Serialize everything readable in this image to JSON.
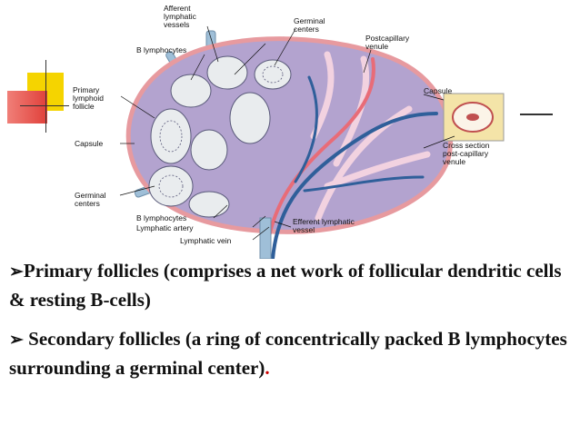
{
  "figure_labels": {
    "afferent": [
      "Afferent",
      "lymphatic",
      "vessels"
    ],
    "germinal_top": [
      "Germinal",
      "centers"
    ],
    "postcapillary": [
      "Postcapillary",
      "venule"
    ],
    "b_lymph_top": "B lymphocytes",
    "primary": [
      "Primary",
      "lymphoid",
      "follicle"
    ],
    "capsule_right": "Capsule",
    "capsule_left": "Capsule",
    "cross_section": [
      "Cross section",
      "post-capillary",
      "venule"
    ],
    "germinal_bottom": [
      "Germinal",
      "centers"
    ],
    "b_lymph_bottom": "B lymphocytes",
    "lymph_artery": "Lymphatic artery",
    "lymph_vein": "Lymphatic vein",
    "efferent": [
      "Efferent lymphatic",
      "vessel"
    ]
  },
  "bullets": {
    "b1_arrow": "➢",
    "b1_text": "Primary follicles (comprises a net work of follicular dendritic cells & resting B-cells)",
    "b2_arrow": "➢",
    "b2_text": " Secondary follicles (a ring of concentrically packed B lymphocytes surrounding a germinal center)",
    "b2_end": "."
  },
  "colors": {
    "deco_yellow": "#f5d400",
    "deco_red": "#e8574e",
    "node_fill": "#b3a3cf",
    "capsule": "#e79a9f",
    "vein": "#2f5f9a",
    "artery": "#e86c78",
    "accent_red": "#cc0000"
  }
}
